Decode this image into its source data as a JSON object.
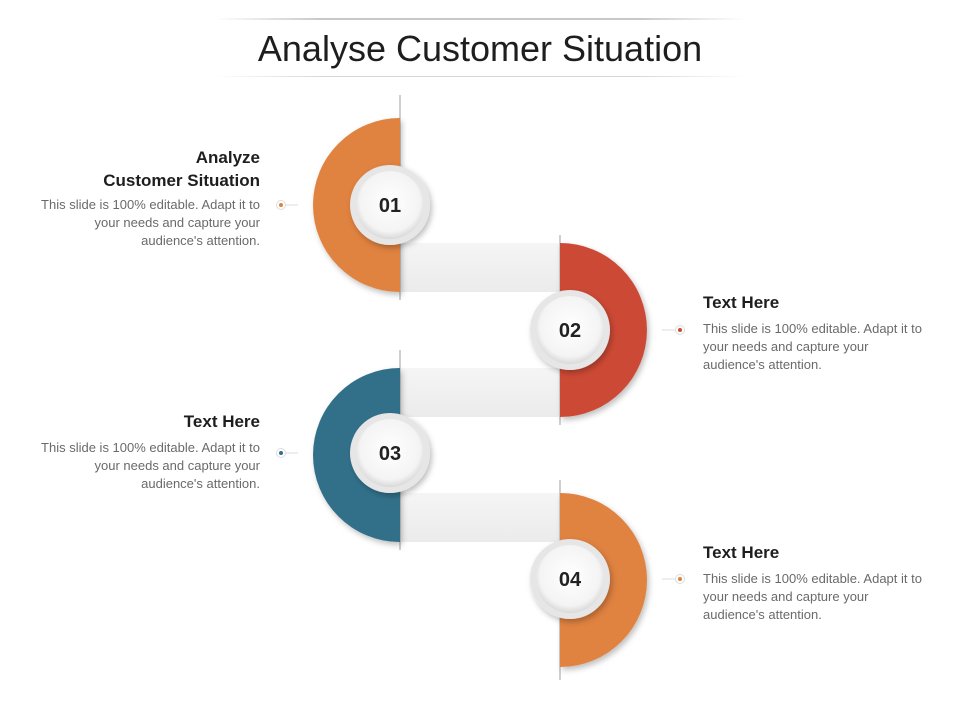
{
  "title": "Analyse Customer Situation",
  "steps": [
    {
      "number": "01",
      "heading_line1": "Analyze",
      "heading_line2": "Customer Situation",
      "body": "This slide is 100% editable. Adapt it to your needs and capture your audience's attention.",
      "color": "#e0823f",
      "side": "left"
    },
    {
      "number": "02",
      "heading_line1": "Text Here",
      "heading_line2": "",
      "body": "This slide is 100% editable. Adapt it to your needs and capture your audience's attention.",
      "color": "#cc4a36",
      "side": "right"
    },
    {
      "number": "03",
      "heading_line1": "Text Here",
      "heading_line2": "",
      "body": "This slide is 100% editable. Adapt it to your needs and capture your audience's attention.",
      "color": "#336f8a",
      "side": "left"
    },
    {
      "number": "04",
      "heading_line1": "Text Here",
      "heading_line2": "",
      "body": "This slide is 100% editable. Adapt it to your needs and capture your audience's attention.",
      "color": "#e0823f",
      "side": "right"
    }
  ]
}
